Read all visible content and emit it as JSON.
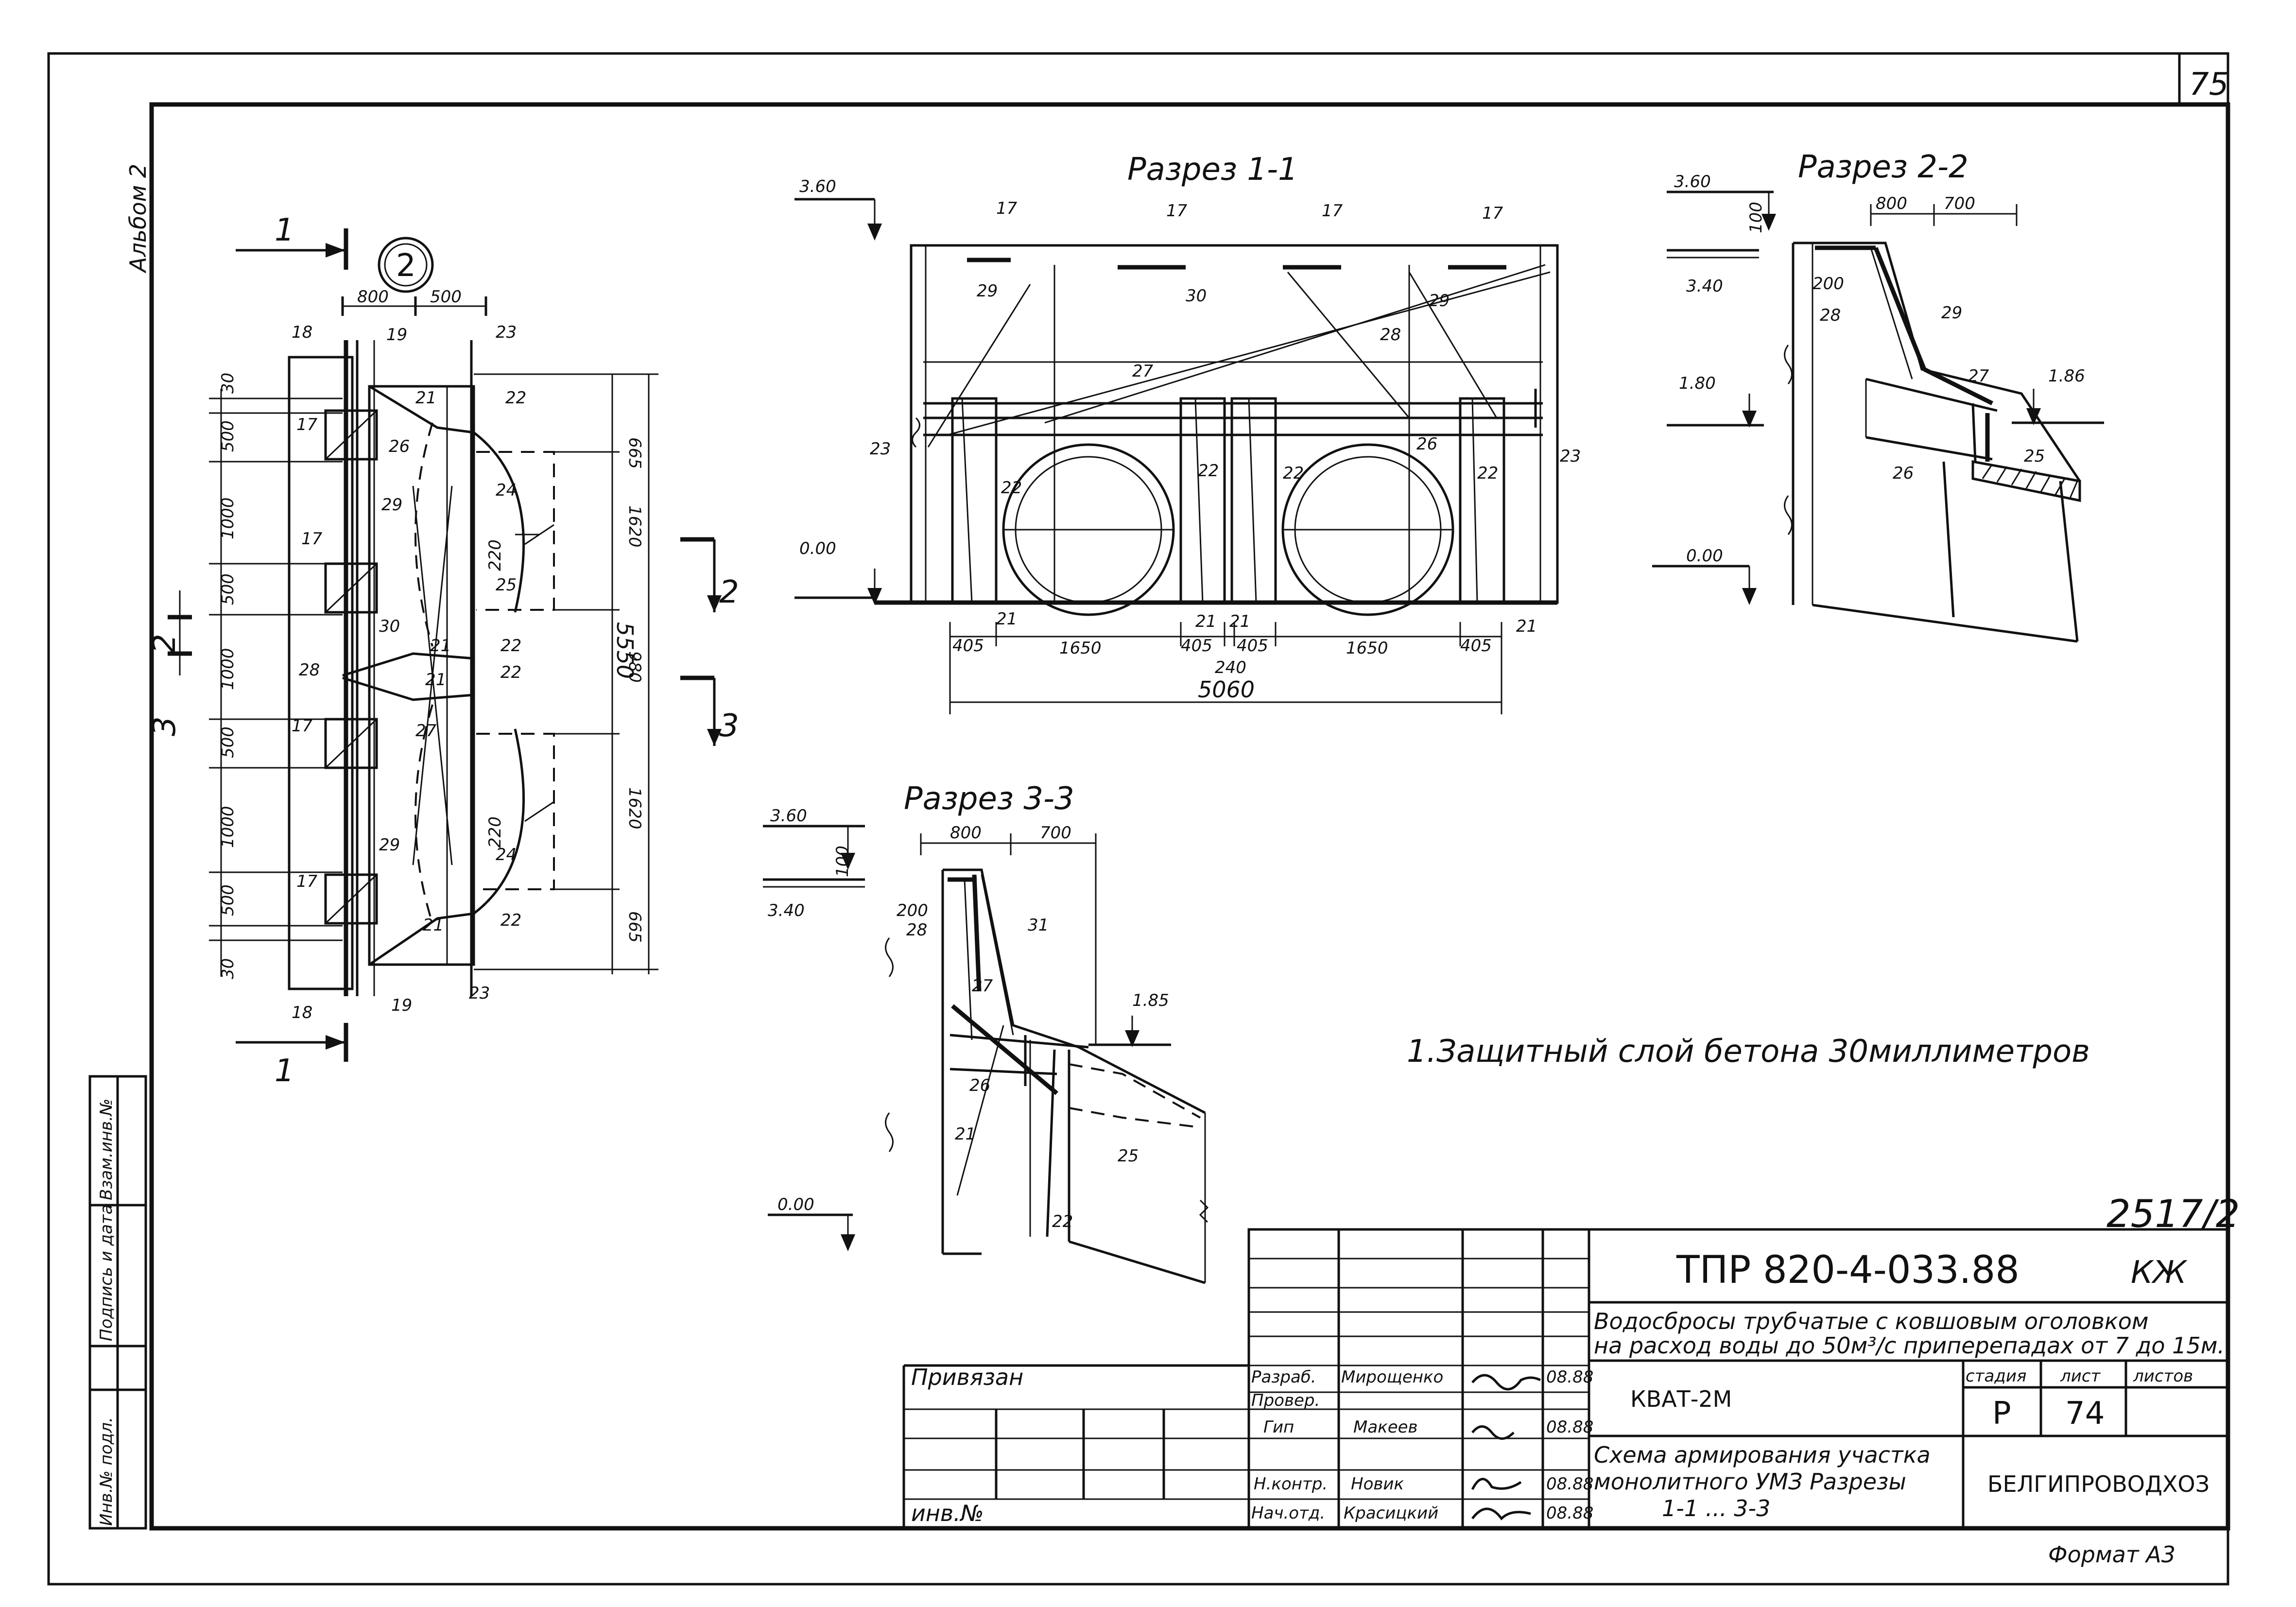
{
  "sheet": {
    "page_number": "75",
    "album": "Альбом 2",
    "marker_circle": "2",
    "note": "1.Защитный слой бетона 30миллиметров",
    "format": "Формат А3",
    "handwritten_code": "2517/2"
  },
  "views": {
    "plan": {
      "cut_1": "1",
      "cut_2": "2",
      "cut_3": "3",
      "dims_top": [
        "800",
        "500"
      ],
      "dims_left": [
        "30",
        "500",
        "1000",
        "500",
        "1000",
        "500",
        "1000",
        "500",
        "30"
      ],
      "dims_right": [
        "665",
        "1620",
        "980",
        "1620",
        "665"
      ],
      "total_height": "5550",
      "small_dims": [
        "220",
        "220"
      ],
      "marks": [
        "18",
        "19",
        "23",
        "21",
        "22",
        "17",
        "26",
        "24",
        "29",
        "17",
        "25",
        "30",
        "21",
        "22",
        "28",
        "21",
        "22",
        "17",
        "27",
        "29",
        "24",
        "17",
        "21",
        "22",
        "18",
        "19",
        "23"
      ]
    },
    "section_1": {
      "title": "Разрез 1-1",
      "levels": [
        "3.60",
        "0.00"
      ],
      "marks": [
        "17",
        "17",
        "17",
        "17",
        "29",
        "30",
        "28",
        "29",
        "27",
        "23",
        "22",
        "22",
        "22",
        "26",
        "22",
        "23",
        "21",
        "21",
        "21",
        "21"
      ],
      "dims_bottom": [
        "405",
        "1650",
        "405",
        "405",
        "1650",
        "405"
      ],
      "dim_mid": "240",
      "dim_total": "5060"
    },
    "section_2": {
      "title": "Разрез 2-2",
      "levels": [
        "3.60",
        "3.40",
        "1.80",
        "0.00"
      ],
      "level_right": "1.86",
      "dims": [
        "800",
        "700",
        "100",
        "200"
      ],
      "marks": [
        "28",
        "29",
        "27",
        "25",
        "26"
      ]
    },
    "section_3": {
      "title": "Разрез 3-3",
      "levels": [
        "3.60",
        "3.40",
        "0.00"
      ],
      "level_right": "1.85",
      "dims": [
        "800",
        "700",
        "100",
        "200"
      ],
      "marks": [
        "28",
        "31",
        "27",
        "26",
        "21",
        "25",
        "22"
      ]
    }
  },
  "title_block": {
    "project_code": "ТПР 820-4-033.88",
    "suffix": "КЖ",
    "description_1": "Водосбросы трубчатые с ковшовым оголовком",
    "description_2": "на расход воды до 50м³/с приперепадах от 7 до 15м.",
    "object": "КВАТ-2М",
    "stage_header": "стадия",
    "sheet_header": "лист",
    "sheets_header": "листов",
    "stage": "Р",
    "sheet": "74",
    "drawing_title_1": "Схема армирования участка",
    "drawing_title_2": "монолитного УМЗ Разрезы",
    "drawing_title_3": "1-1 ... 3-3",
    "organization": "БЕЛГИПРОВОДХОЗ",
    "bound": "Привязан",
    "inv_no": "инв.№",
    "roles": [
      {
        "role": "Разраб.",
        "name": "Мирощенко",
        "date": "08.88"
      },
      {
        "role": "Провер.",
        "name": "",
        "date": ""
      },
      {
        "role": "Гип",
        "name": "Макеев",
        "date": "08.88"
      },
      {
        "role": "Н.контр.",
        "name": "Новик",
        "date": "08.88"
      },
      {
        "role": "Нач.отд.",
        "name": "Красицкий",
        "date": "08.88"
      }
    ]
  },
  "side_stamp": {
    "inv_orig": "Инв.№ подл.",
    "sign_date": "Подпись и дата",
    "vzam_inv": "Взам.инв.№"
  }
}
